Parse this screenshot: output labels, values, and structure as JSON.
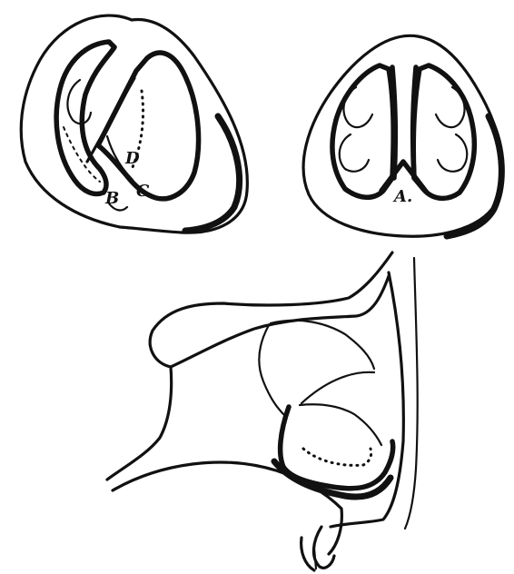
{
  "figure": {
    "left_section": {
      "labels": {
        "d": "D",
        "b": "B",
        "c": "C"
      }
    },
    "right_section": {
      "labels": {
        "a": "A."
      }
    }
  }
}
